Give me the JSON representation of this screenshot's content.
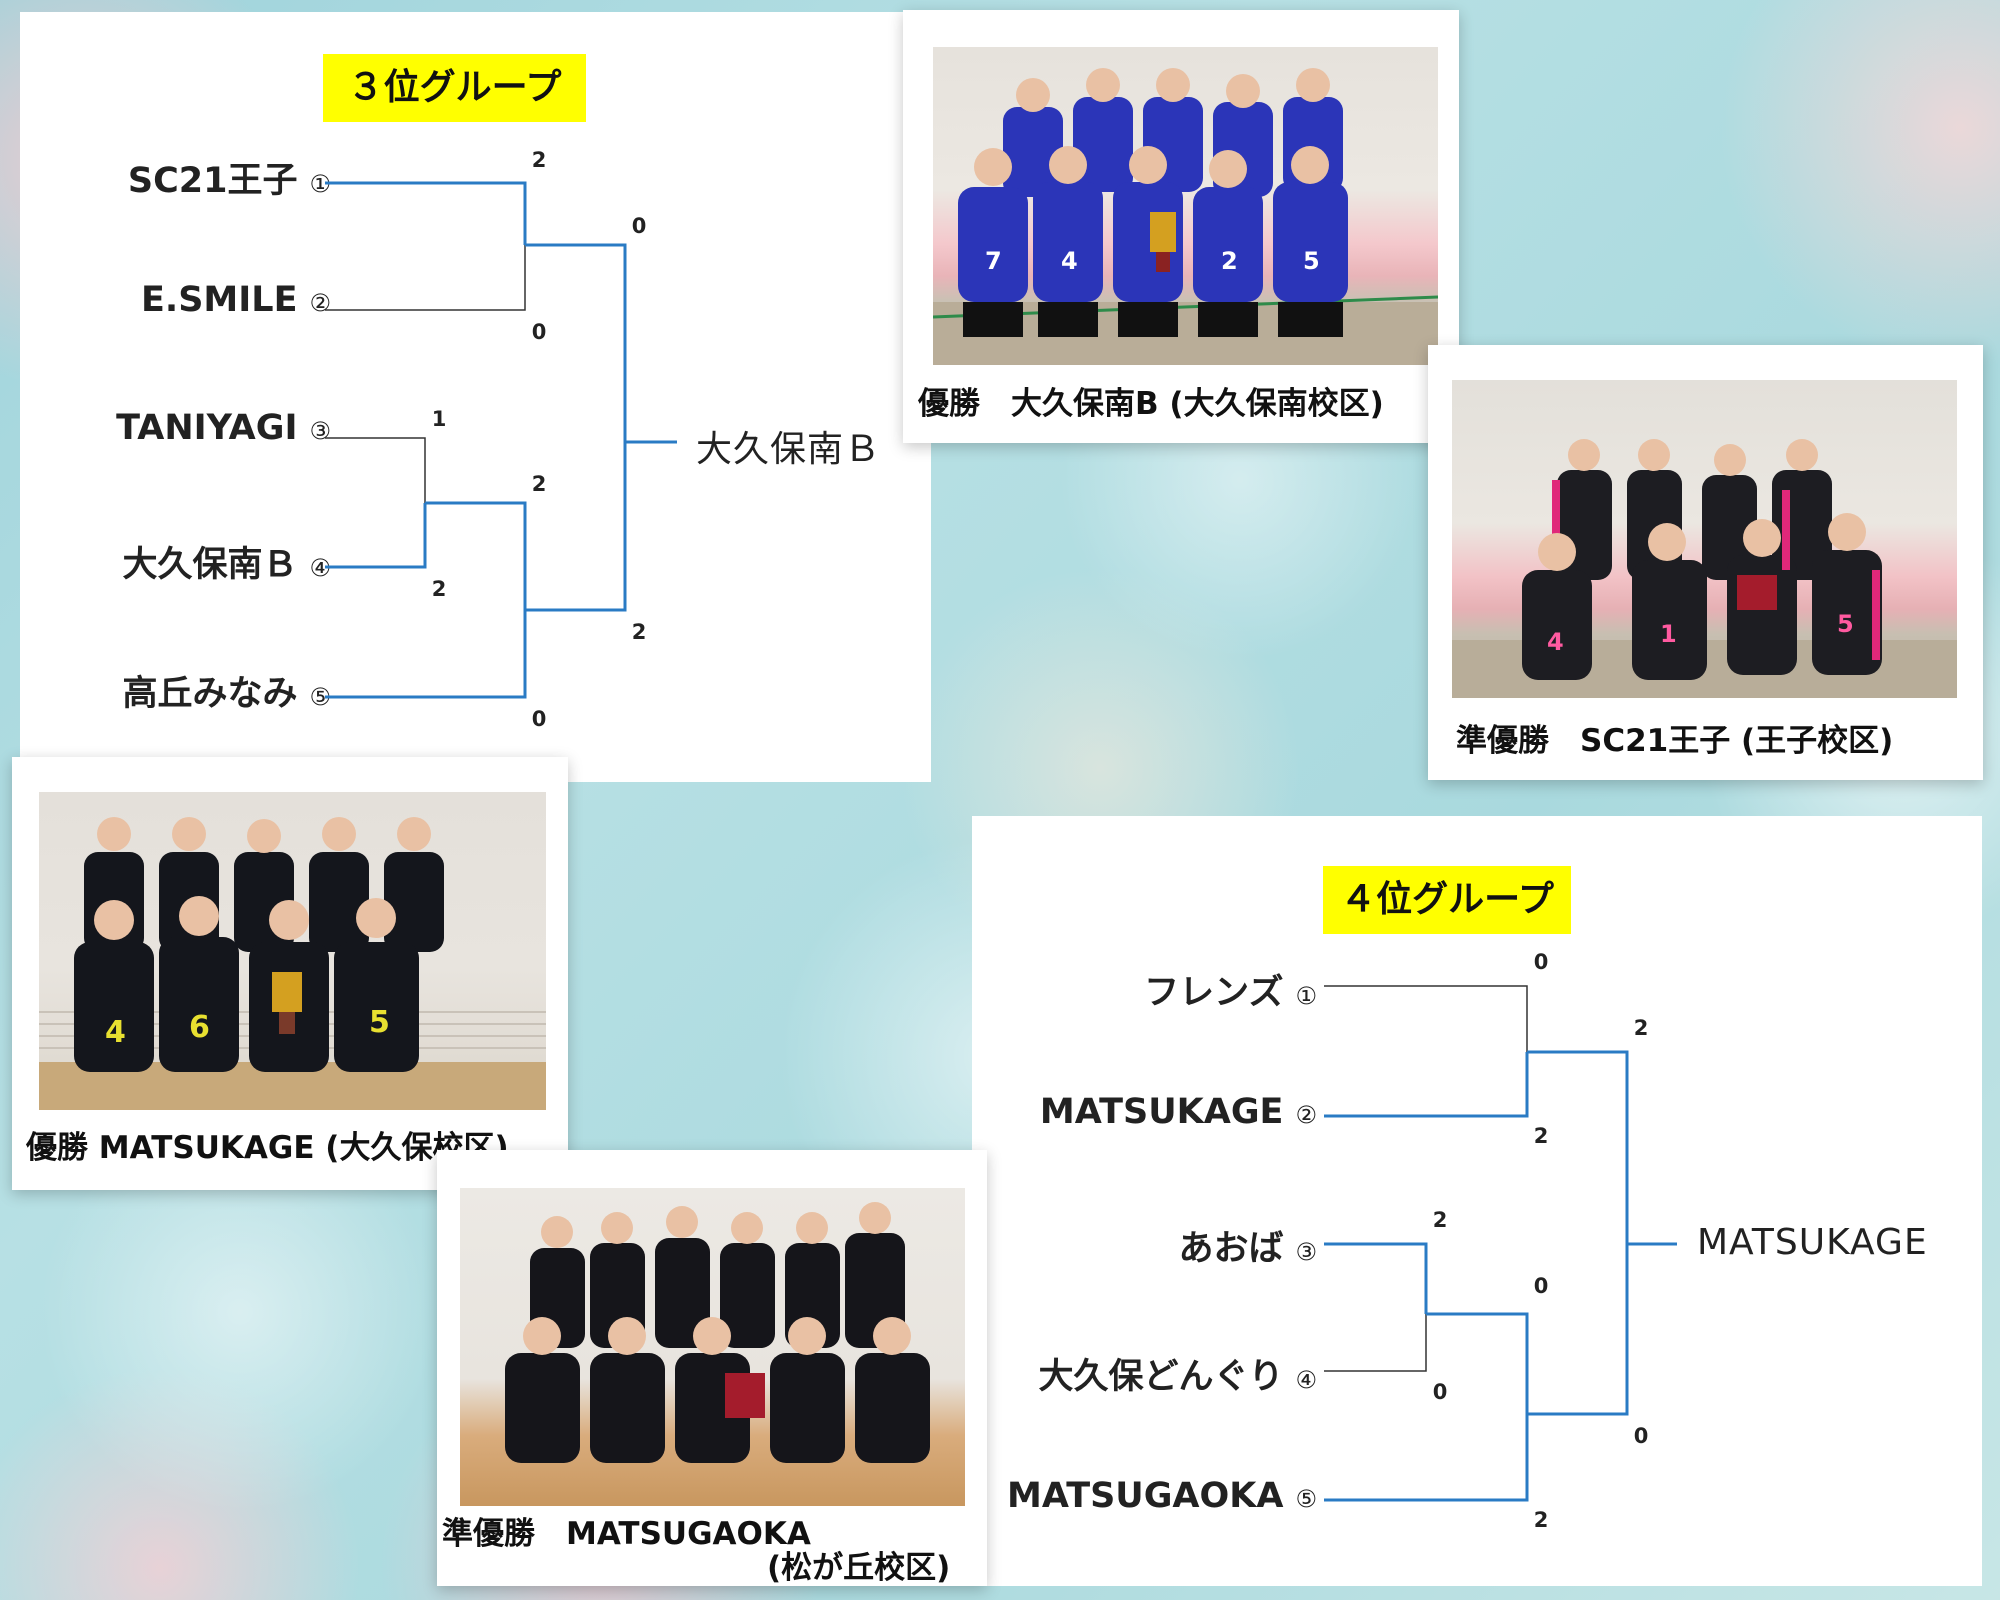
{
  "colors": {
    "bracket_winner_line": "#2a7bc4",
    "bracket_line": "#333333",
    "title_highlight": "#ffff00"
  },
  "group3": {
    "title": "３位グループ",
    "teams": [
      {
        "name": "SC21王子",
        "num": "①"
      },
      {
        "name": "E.SMILE",
        "num": "②"
      },
      {
        "name": "TANIYAGI",
        "num": "③"
      },
      {
        "name": "大久保南Ｂ",
        "num": "④"
      },
      {
        "name": "高丘みなみ",
        "num": "⑤"
      }
    ],
    "scores": {
      "sc21": "2",
      "esmile": "0",
      "taniyagi": "1",
      "okubo": "2",
      "semi_top": "2",
      "takaoka": "0",
      "final_top": "0",
      "final_bottom": "2"
    },
    "winner": "大久保南Ｂ"
  },
  "group4": {
    "title": "４位グループ",
    "teams": [
      {
        "name": "フレンズ",
        "num": "①"
      },
      {
        "name": "MATSUKAGE",
        "num": "②"
      },
      {
        "name": "あおば",
        "num": "③"
      },
      {
        "name": "大久保どんぐり",
        "num": "④"
      },
      {
        "name": "MATSUGAOKA",
        "num": "⑤"
      }
    ],
    "scores": {
      "friends": "0",
      "matsukage": "2",
      "aoba": "2",
      "donguri": "0",
      "semi_top": "0",
      "matsugaoka": "2",
      "final_top": "2",
      "final_bottom": "0"
    },
    "winner": "MATSUKAGE"
  },
  "photos": {
    "okubo": {
      "caption": "優勝　大久保南B (大久保南校区)",
      "jersey": "#2b35b8",
      "numbers": [
        "7",
        "4",
        "2",
        "5"
      ]
    },
    "sc21": {
      "caption": "準優勝　SC21王子 (王子校区)",
      "jersey": "#1d1d22",
      "accent": "#e0287a",
      "numbers": [
        "4",
        "1",
        "5"
      ]
    },
    "matsukage": {
      "caption": "優勝 MATSUKAGE (大久保校区)",
      "jersey": "#14161c",
      "accent": "#e8e030",
      "numbers": [
        "4",
        "6",
        "5"
      ]
    },
    "matsugaoka": {
      "caption_line1": "準優勝　MATSUGAOKA",
      "caption_line2": "(松が丘校区)",
      "jersey": "#15151a",
      "accent": "#d94a84"
    }
  }
}
